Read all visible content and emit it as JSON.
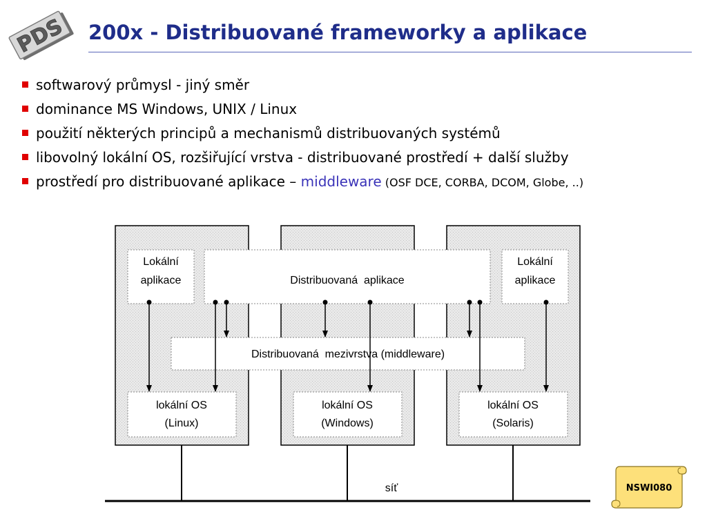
{
  "logo": {
    "text": "PDS"
  },
  "title": "200x - Distribuované frameworky a aplikace",
  "bullets": [
    {
      "text": "softwarový průmysl - jiný směr"
    },
    {
      "text": "dominance MS Windows, UNIX / Linux"
    },
    {
      "text": "použití některých principů a mechanismů distribuovaných systémů"
    },
    {
      "text": "libovolný lokální OS, rozšiřující vrstva - distribuované prostředí + další služby"
    },
    {
      "text": "prostředí pro distribuované aplikace – ",
      "accent": "middleware",
      "small": " (OSF DCE, CORBA, DCOM, Globe, ..)"
    }
  ],
  "diagram": {
    "local_app_left": [
      "Lokální",
      "aplikace"
    ],
    "local_app_right": [
      "Lokální",
      "aplikace"
    ],
    "distributed_app": "Distribuovaná  aplikace",
    "middleware": "Distribuovaná  mezivrstva (middleware)",
    "os_linux": [
      "lokální OS",
      "(Linux)"
    ],
    "os_windows": [
      "lokální OS",
      "(Windows)"
    ],
    "os_solaris": [
      "lokální OS",
      "(Solaris)"
    ],
    "network": "síť"
  },
  "badge": {
    "text": "NSWI080"
  },
  "colors": {
    "title": "#1f2d8a",
    "bullet": "#e00000",
    "accent": "#3a33b8",
    "badge_fill": "#fde07a"
  }
}
